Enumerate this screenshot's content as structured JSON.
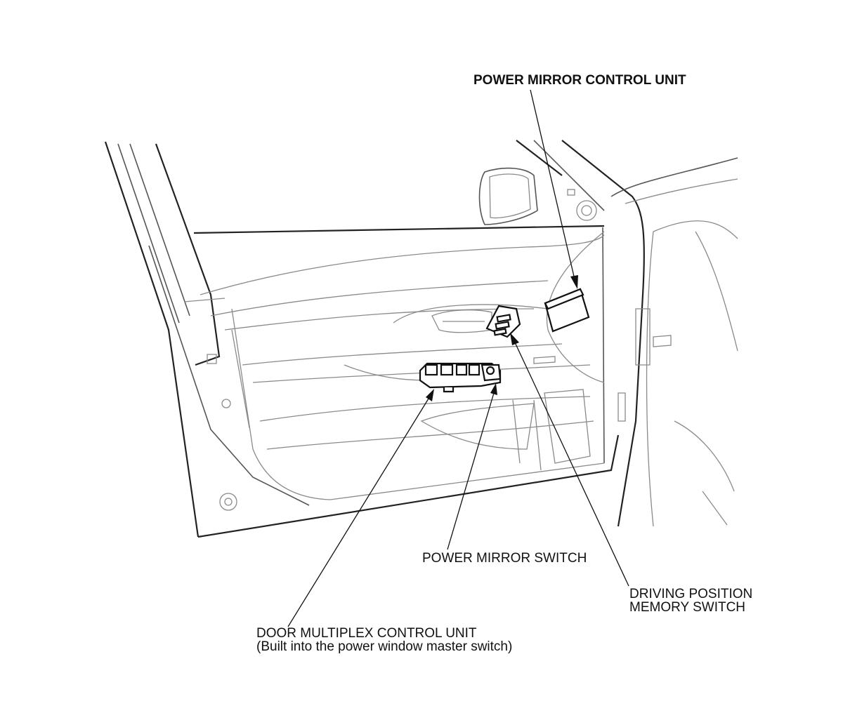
{
  "labels": {
    "power_mirror_control_unit": "POWER MIRROR CONTROL UNIT",
    "power_mirror_switch": "POWER MIRROR SWITCH",
    "driving_position_memory_switch_line1": "DRIVING POSITION",
    "driving_position_memory_switch_line2": "MEMORY SWITCH",
    "door_multiplex_control_unit_line1": "DOOR MULTIPLEX CONTROL UNIT",
    "door_multiplex_control_unit_line2": "(Built into the power window master switch)"
  }
}
